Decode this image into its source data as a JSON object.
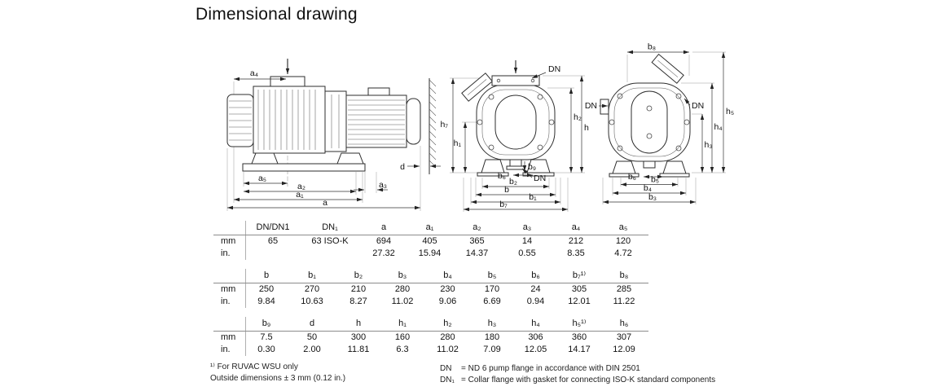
{
  "title": "Dimensional drawing",
  "drawing": {
    "side": {
      "a4": "a₄",
      "a5": "a₅",
      "a2": "a₂",
      "a1": "a₁",
      "a": "a",
      "a3": "a₃",
      "d": "d"
    },
    "front": {
      "dn_top": "DN",
      "h7": "h₇",
      "h1": "h₁",
      "h2": "h₂",
      "h": "h",
      "b6": "b₆",
      "b9": "b₉",
      "dn_bottom": "DN",
      "b2": "b₂",
      "b": "b",
      "b1": "b₁",
      "b7": "b₇"
    },
    "rear": {
      "b8": "b₈",
      "dn_left": "DN",
      "dn_right": "DN",
      "h5": "h₅",
      "h4": "h₄",
      "h3": "h₃",
      "b6": "b₆",
      "b5": "b₅",
      "b4": "b₄",
      "b3": "b₃"
    }
  },
  "table": {
    "unit_labels": [
      "mm",
      "in."
    ],
    "groups": [
      {
        "headers": [
          "DN/DN1",
          "DN₁",
          "a",
          "a₁",
          "a₂",
          "a₃",
          "a₄",
          "a₅"
        ],
        "mm": [
          "65",
          "63 ISO-K",
          "694",
          "405",
          "365",
          "14",
          "212",
          "120"
        ],
        "in": [
          "",
          "",
          "27.32",
          "15.94",
          "14.37",
          "0.55",
          "8.35",
          "4.72"
        ]
      },
      {
        "headers": [
          "b",
          "b₁",
          "b₂",
          "b₃",
          "b₄",
          "b₅",
          "b₆",
          "b₇¹⁾",
          "b₈"
        ],
        "mm": [
          "250",
          "270",
          "210",
          "280",
          "230",
          "170",
          "24",
          "305",
          "285"
        ],
        "in": [
          "9.84",
          "10.63",
          "8.27",
          "11.02",
          "9.06",
          "6.69",
          "0.94",
          "12.01",
          "11.22"
        ]
      },
      {
        "headers": [
          "b₉",
          "d",
          "h",
          "h₁",
          "h₂",
          "h₃",
          "h₄",
          "h₅¹⁾",
          "h₆"
        ],
        "mm": [
          "7.5",
          "50",
          "300",
          "160",
          "280",
          "180",
          "306",
          "360",
          "307"
        ],
        "in": [
          "0.30",
          "2.00",
          "11.81",
          "6.3",
          "11.02",
          "7.09",
          "12.05",
          "14.17",
          "12.09"
        ]
      }
    ]
  },
  "footnotes": {
    "left": [
      "¹⁾ For RUVAC WSU only",
      "Outside dimensions ± 3 mm (0.12 in.)"
    ],
    "right": [
      {
        "label": "DN",
        "text": "= ND 6 pump flange in accordance with DIN 2501"
      },
      {
        "label": "DN₁",
        "text": "= Collar flange with gasket for connecting ISO-K standard components"
      }
    ]
  }
}
